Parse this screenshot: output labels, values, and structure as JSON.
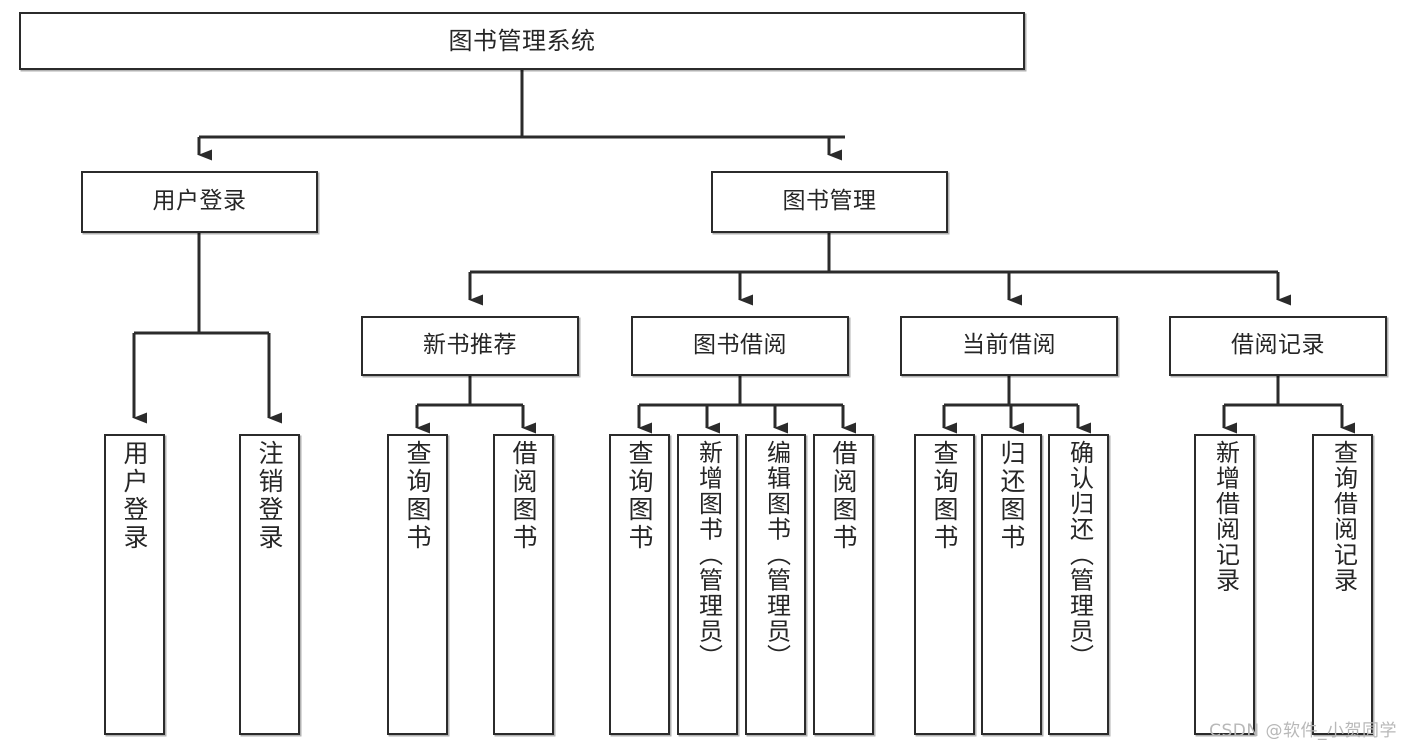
{
  "diagram": {
    "title": "图书管理系统",
    "type": "tree-hierarchy",
    "watermark": "CSDN @软件_小贺同学",
    "accent_color": "#2b2b2b",
    "background_color": "#ffffff",
    "root": {
      "label": "图书管理系统"
    },
    "level1": [
      {
        "label": "用户登录"
      },
      {
        "label": "图书管理"
      }
    ],
    "level2": [
      {
        "label": "新书推荐"
      },
      {
        "label": "图书借阅"
      },
      {
        "label": "当前借阅"
      },
      {
        "label": "借阅记录"
      }
    ],
    "leaves": {
      "user_login": [
        {
          "label": "用户登录"
        },
        {
          "label": "注销登录"
        }
      ],
      "new_book_recommend": [
        {
          "label": "查询图书"
        },
        {
          "label": "借阅图书"
        }
      ],
      "book_borrow": [
        {
          "label": "查询图书"
        },
        {
          "label": "新增图书（管理员）"
        },
        {
          "label": "编辑图书（管理员）"
        },
        {
          "label": "借阅图书"
        }
      ],
      "current_borrow": [
        {
          "label": "查询图书"
        },
        {
          "label": "归还图书"
        },
        {
          "label": "确认归还（管理员）"
        }
      ],
      "borrow_records": [
        {
          "label": "新增借阅记录"
        },
        {
          "label": "查询借阅记录"
        }
      ]
    }
  }
}
